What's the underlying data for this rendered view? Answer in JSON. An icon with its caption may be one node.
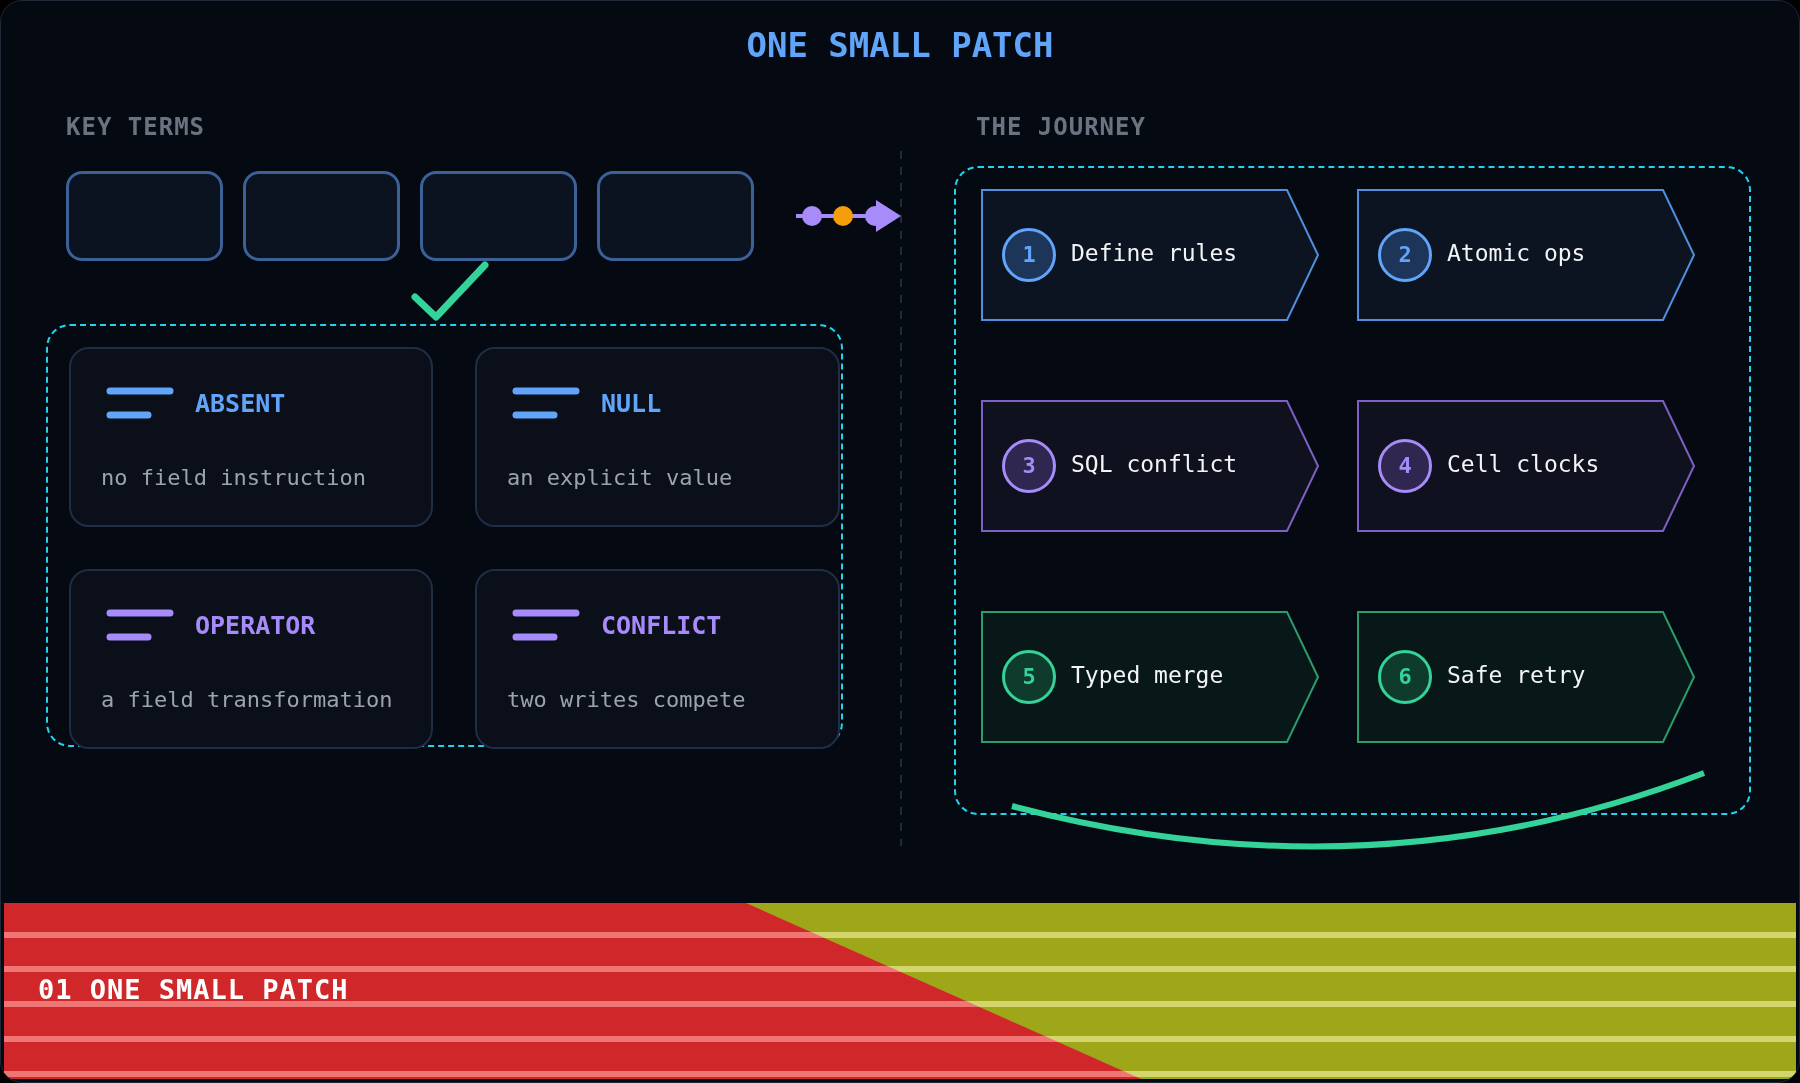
{
  "diagram": {
    "title": "ONE SMALL PATCH",
    "nodes": [
      {
        "text": [],
        "shape": "box"
      },
      {
        "text": [],
        "shape": "box"
      },
      {
        "text": [],
        "shape": "box"
      },
      {
        "text": [],
        "shape": "box"
      },
      {
        "text": [],
        "shape": "box"
      },
      {
        "text": [
          "ABSENT",
          "no field instruction"
        ],
        "in": 4
      },
      {
        "text": [
          "NULL",
          "an explicit value"
        ],
        "in": 4
      },
      {
        "text": [
          "OPERATOR",
          "a field transformation"
        ],
        "in": 4
      },
      {
        "text": [
          "CONFLICT",
          "two writes compete"
        ],
        "in": 4
      },
      {
        "text": [],
        "shape": "box"
      },
      {
        "text": [
          "1",
          "Define rules"
        ],
        "in": 9
      },
      {
        "text": [
          "2",
          "Atomic ops"
        ],
        "in": 9
      },
      {
        "text": [
          "3",
          "SQL conflict"
        ],
        "in": 9
      },
      {
        "text": [
          "4",
          "Cell clocks"
        ],
        "in": 9
      },
      {
        "text": [
          "5",
          "Typed merge"
        ],
        "in": 9
      },
      {
        "text": [
          "6",
          "Safe retry"
        ],
        "in": 9
      }
    ],
    "labels": [
      "KEY TERMS",
      "THE JOURNEY",
      "01 ONE SMALL PATCH"
    ]
  }
}
